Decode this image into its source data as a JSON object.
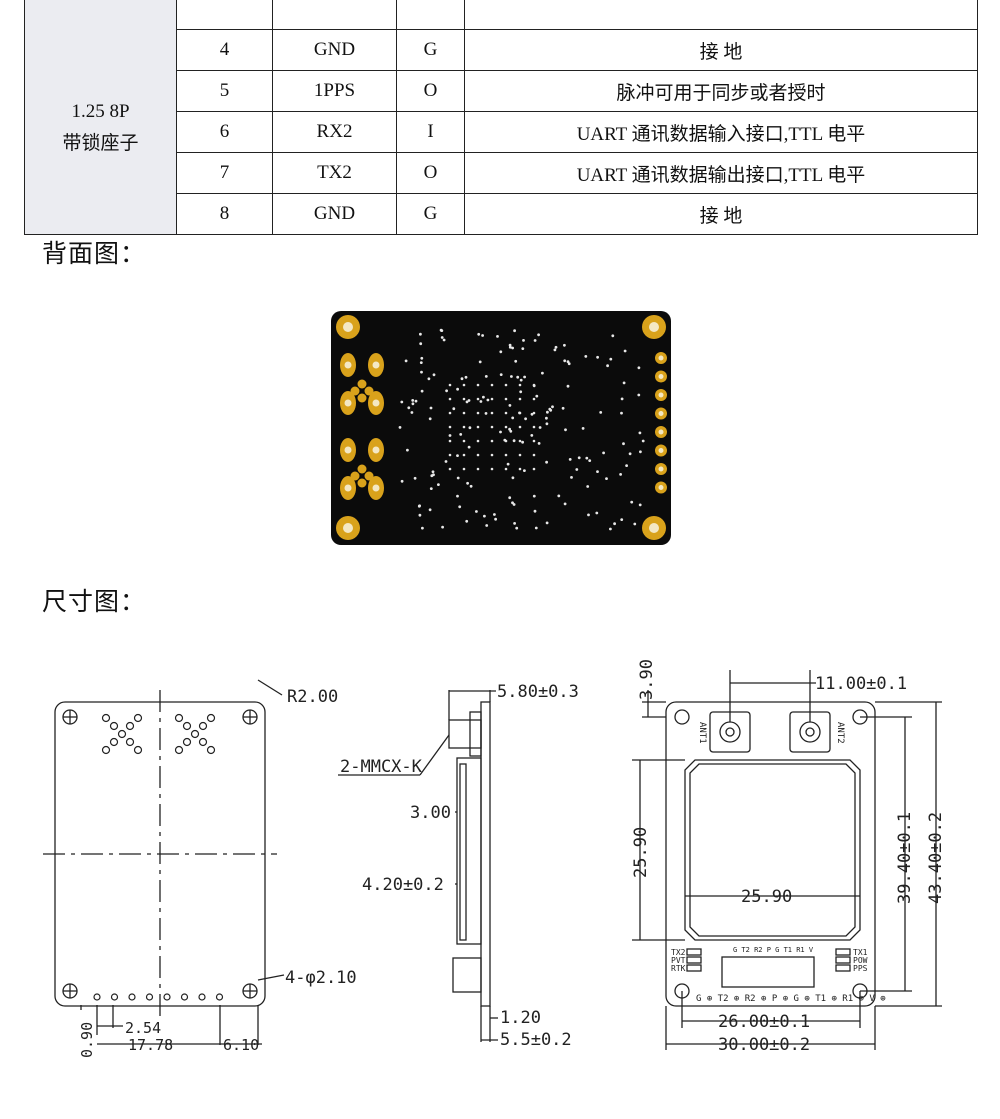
{
  "pin_table": {
    "connector_line1": "1.25 8P",
    "connector_line2": "带锁座子",
    "rows": [
      {
        "pin": "",
        "name": "",
        "io": "",
        "desc": ""
      },
      {
        "pin": "4",
        "name": "GND",
        "io": "G",
        "desc": "接 地"
      },
      {
        "pin": "5",
        "name": "1PPS",
        "io": "O",
        "desc": "脉冲可用于同步或者授时"
      },
      {
        "pin": "6",
        "name": "RX2",
        "io": "I",
        "desc": "UART 通讯数据输入接口,TTL 电平"
      },
      {
        "pin": "7",
        "name": "TX2",
        "io": "O",
        "desc": "UART 通讯数据输出接口,TTL 电平"
      },
      {
        "pin": "8",
        "name": "GND",
        "io": "G",
        "desc": "接 地"
      }
    ]
  },
  "headings": {
    "back_view": "背面图：",
    "dimension_view": "尺寸图："
  },
  "drawing_labels": {
    "corner_radius": "R2.00",
    "holes": "4-φ2.10",
    "d_090": "0.90",
    "d_254": "2.54",
    "d_1778": "17.78",
    "d_610": "6.10",
    "d_580": "5.80±0.3",
    "connector": "2-MMCX-K",
    "d_300": "3.00",
    "d_420": "4.20±0.2",
    "d_120": "1.20",
    "d_55": "5.5±0.2",
    "d_390": "3.90",
    "d_1100": "11.00±0.1",
    "d_2590v": "25.90",
    "d_2590h": "25.90",
    "d_3940": "39.40±0.1",
    "d_4340": "43.40±0.2",
    "d_2600": "26.00±0.1",
    "d_3000": "30.00±0.2",
    "ant1": "ANT1",
    "ant2": "ANT2",
    "leds_left": [
      "TX2",
      "PVT",
      "RTK"
    ],
    "leds_right": [
      "TX1",
      "POW",
      "PPS"
    ],
    "pin_row": "G ⊕ T2 ⊕ R2 ⊕ P ⊕ G ⊕ T1 ⊕ R1 ⊕ V ⊕",
    "pin_header_top": "G T2 R2 P G T1 R1 V"
  },
  "colors": {
    "pcb_black": "#0b0b0b",
    "pad_gold": "#d9a21b",
    "table_group_bg": "#ebecf1"
  }
}
